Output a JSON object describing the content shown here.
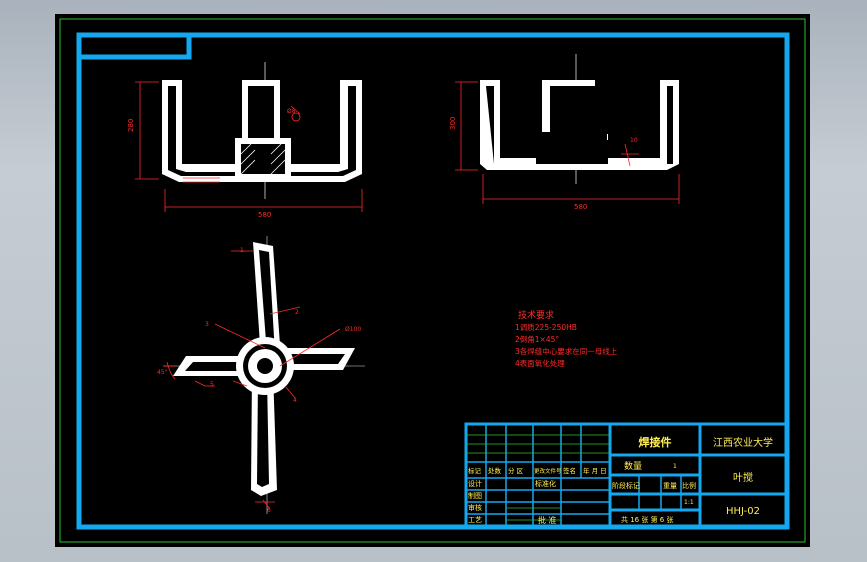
{
  "colors": {
    "background": "#000000",
    "frame_green": "#2fbf2f",
    "frame_cyan": "#13a8ef",
    "part_white": "#ffffff",
    "annotation_red": "#ff2a2a",
    "title_yellow": "#ffee55"
  },
  "front_view": {
    "height_dim": "280",
    "width_dim": "580",
    "hole_label": "Ø8"
  },
  "side_view": {
    "height_dim": "300",
    "width_dim": "580",
    "thickness_dim": "10"
  },
  "plan_view": {
    "diameter_label": "Ø100",
    "angle_label": "45°",
    "callout_1": "1",
    "callout_2": "2",
    "callout_3": "3",
    "callout_4": "4",
    "callout_5": "5",
    "callout_6": "6"
  },
  "technical_requirements": {
    "heading": "技术要求",
    "items": [
      "1调质225-250HB",
      "2倒角1×45°",
      "3各焊缝中心要求在同一母线上",
      "4表面氧化处理"
    ]
  },
  "title_block": {
    "part_name": "焊接件",
    "university": "江西农业大学",
    "drawing_title": "叶搅",
    "drawing_number": "HHJ-02",
    "qty_label": "数量",
    "qty_value": "1",
    "stage_label": "阶段标记",
    "weight_label": "重量",
    "scale_label": "比例",
    "scale_value": "1:1",
    "sheets_text": "共 16 张  第 6 张",
    "revision_headers": [
      "标记",
      "处数",
      "分 区",
      "更改文件号",
      "签名",
      "年 月 日"
    ],
    "row_design": "设计",
    "row_standard": "标准化",
    "row_draw": "制图",
    "row_review": "审核",
    "row_process": "工艺",
    "row_approve": "批 准"
  }
}
